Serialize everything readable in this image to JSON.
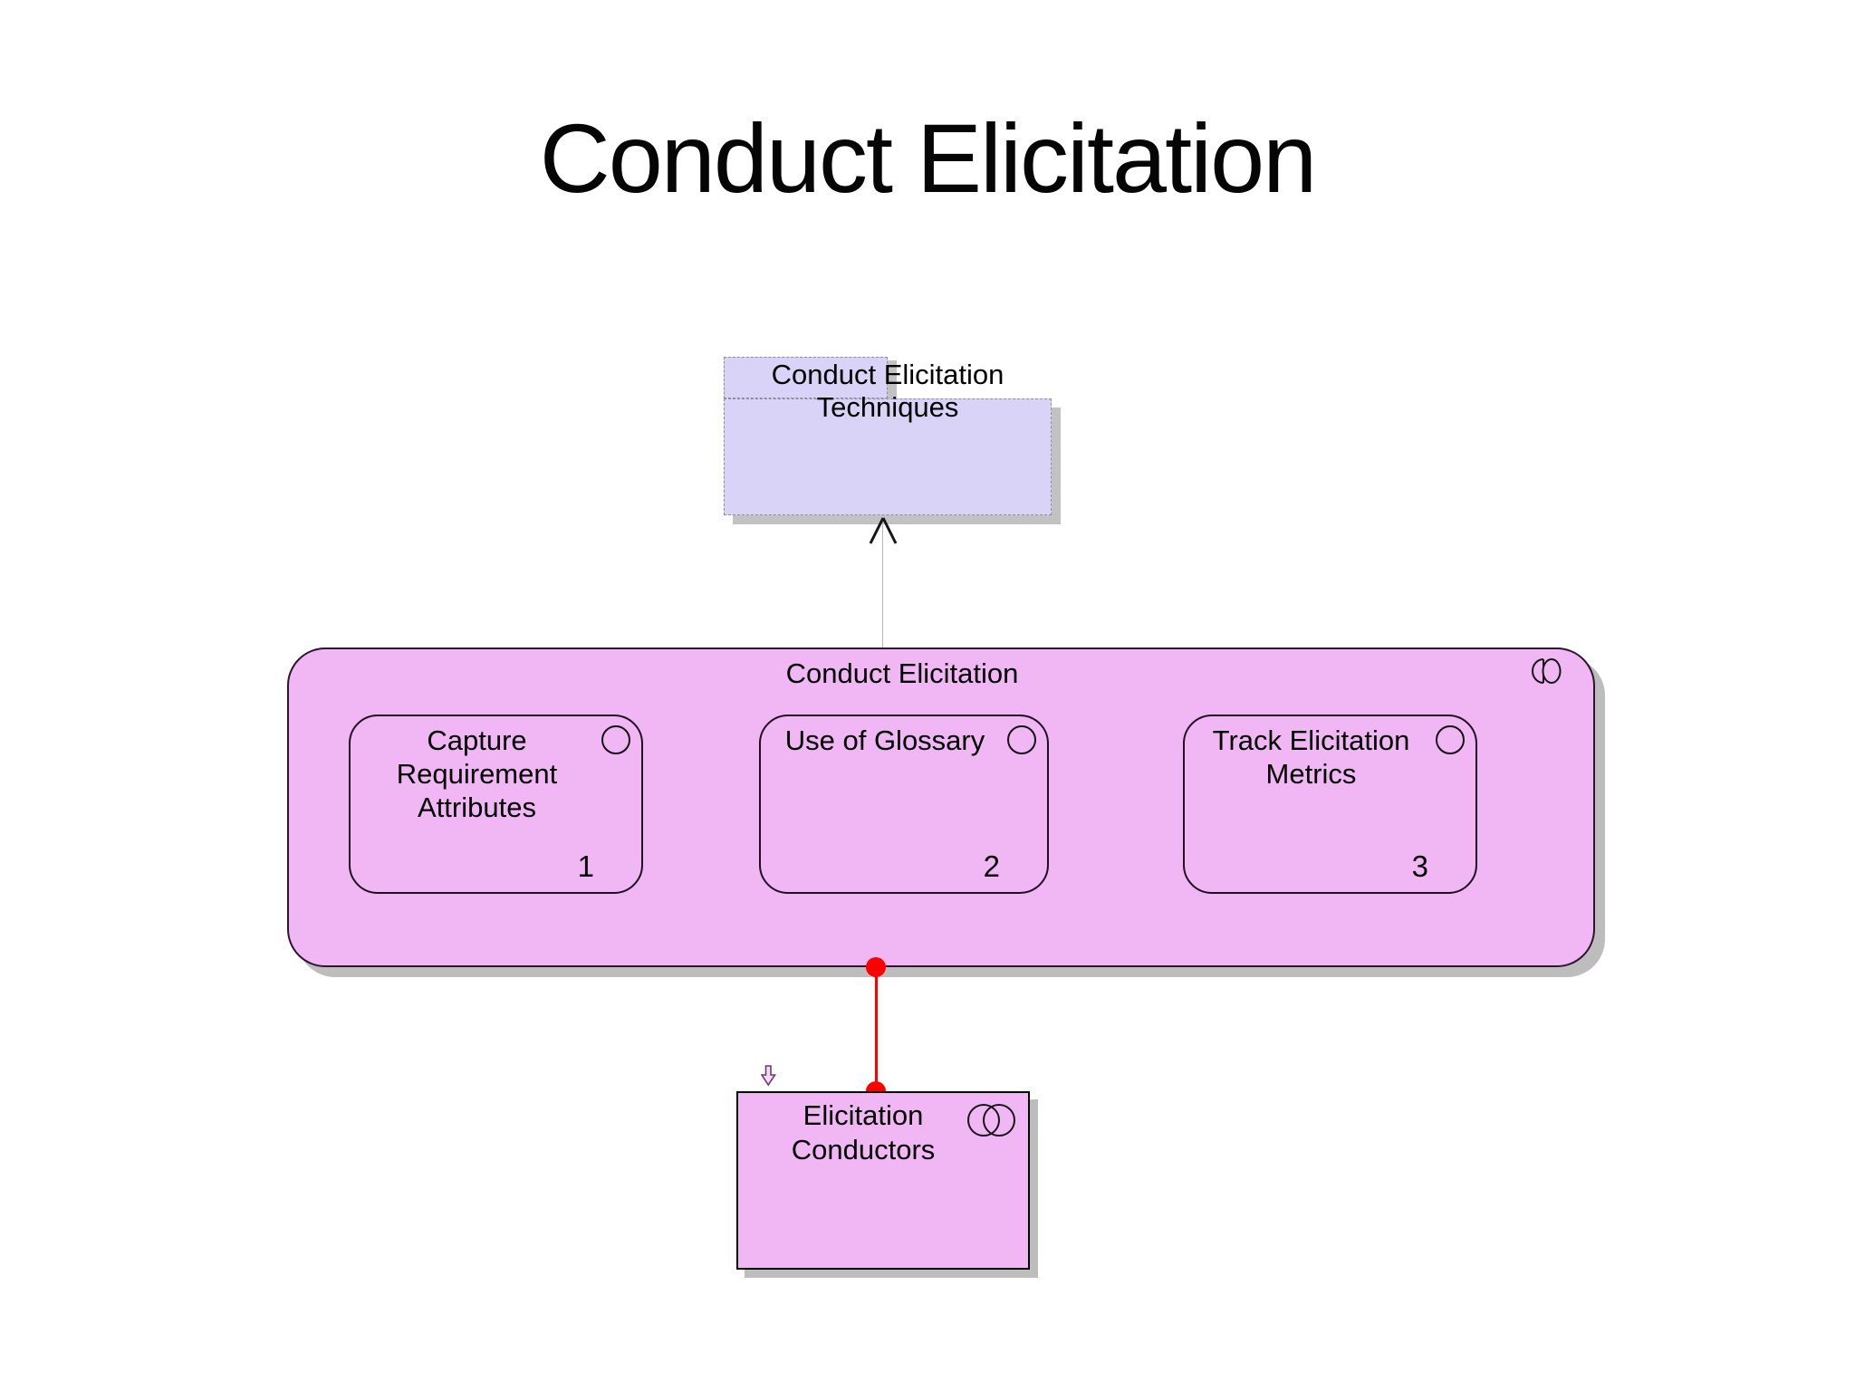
{
  "page": {
    "title": "Conduct Elicitation",
    "background": "#ffffff"
  },
  "package": {
    "name": "Conduct Elicitation Techniques",
    "lines": [
      "Conduct Elicitation",
      "Techniques"
    ],
    "fill": "#dad3f8",
    "border_color": "#8d8da2",
    "shadow_color": "#c2c2c2"
  },
  "container": {
    "label": "Conduct Elicitation",
    "fill": "#f1b7f4",
    "border_color": "#2b152f",
    "shadow_color": "#bdbdbd",
    "icon": "role-icon",
    "activities": [
      {
        "name": "Capture Requirement Attributes",
        "lines": [
          "Capture",
          "Requirement",
          "Attributes"
        ],
        "number": "1",
        "icon": "circle-icon"
      },
      {
        "name": "Use of Glossary",
        "lines": [
          "Use of Glossary",
          "",
          ""
        ],
        "number": "2",
        "icon": "circle-icon"
      },
      {
        "name": "Track Elicitation Metrics",
        "lines": [
          "Track Elicitation",
          "Metrics",
          ""
        ],
        "number": "3",
        "icon": "circle-icon"
      }
    ]
  },
  "conductors": {
    "name": "Elicitation Conductors",
    "lines": [
      "Elicitation",
      "Conductors"
    ],
    "fill": "#f1b7f4",
    "icon": "collaboration-icon"
  },
  "connectors": {
    "generalization": {
      "from": "Conduct Elicitation",
      "to": "Conduct Elicitation Techniques",
      "style": "open-triangle",
      "color": "#b7b7b7"
    },
    "assignment": {
      "from": "Conduct Elicitation",
      "to": "Elicitation Conductors",
      "style": "red-line-with-dots",
      "color": "#fe0000"
    }
  },
  "icons": {
    "nav_arrow": "down-block-arrow"
  }
}
